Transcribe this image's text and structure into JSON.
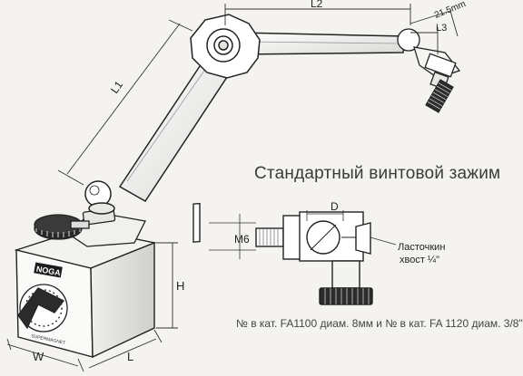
{
  "diagram": {
    "title": "Стандартный винтовой зажим",
    "catalog_note": "№ в кат. FA1100 диам. 8мм и № в кат.  FA 1120 диам. 3/8\"",
    "dimensions": {
      "l1": "L1",
      "l2": "L2",
      "l3": "L3",
      "angle_dim": "21.5mm",
      "h": "H",
      "w": "W",
      "l": "L",
      "d": "D",
      "thread": "M6"
    },
    "dovetail_label_line1": "Ласточкин",
    "dovetail_label_line2": "хвост ¼\"",
    "base_logo": "NOGA"
  }
}
